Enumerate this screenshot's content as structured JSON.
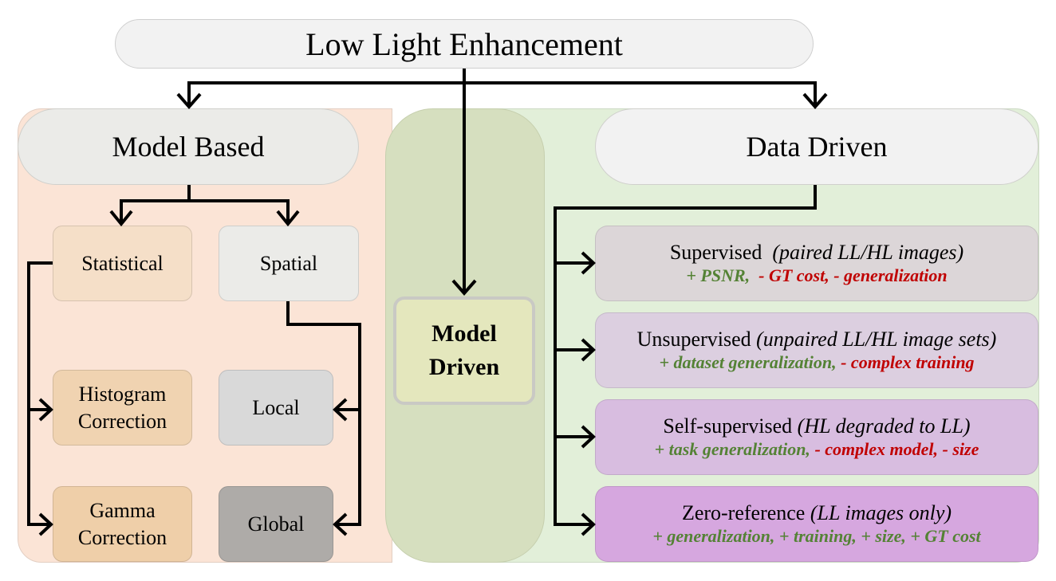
{
  "title": "Low Light Enhancement",
  "model_based": {
    "header": "Model Based",
    "statistical": "Statistical",
    "spatial": "Spatial",
    "histogram": [
      "Histogram",
      "Correction"
    ],
    "gamma": [
      "Gamma",
      "Correction"
    ],
    "local": "Local",
    "global": "Global"
  },
  "model_driven": [
    "Model",
    "Driven"
  ],
  "data_driven": {
    "header": "Data Driven",
    "items": [
      {
        "name": "Supervised",
        "note": "(paired LL/HL images)",
        "pros": "+ PSNR,",
        "cons": "- GT cost, - generalization",
        "color": "#dcd6d8"
      },
      {
        "name": "Unsupervised",
        "note": "(unpaired LL/HL image sets)",
        "pros": "+ dataset generalization,",
        "cons": "- complex training",
        "color": "#dccfe0"
      },
      {
        "name": "Self-supervised",
        "note": "(HL  degraded to LL)",
        "pros": "+ task generalization,",
        "cons": "- complex model, - size",
        "color": "#d8bde0"
      },
      {
        "name": "Zero-reference",
        "note": "(LL images only)",
        "pros": "+ generalization, + training, + size, + GT cost",
        "cons": "",
        "color": "#d6a7df"
      }
    ]
  },
  "colors": {
    "model_based_bg": "#fbe4d6",
    "model_driven_bg": "#d6dfbf",
    "data_driven_bg": "#e2efd9",
    "positive": "#548235",
    "negative": "#c00000"
  }
}
